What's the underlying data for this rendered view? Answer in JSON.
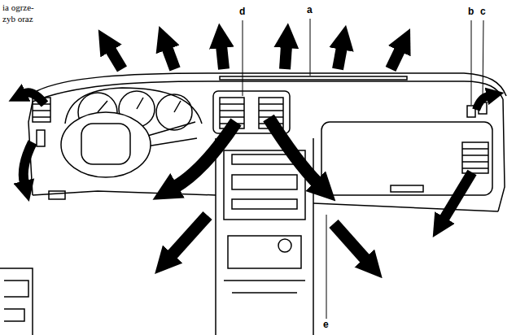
{
  "diagram": {
    "labels": [
      "ia ogrze-",
      "zyb oraz",
      "d",
      "a",
      "b",
      "c",
      "e"
    ]
  }
}
